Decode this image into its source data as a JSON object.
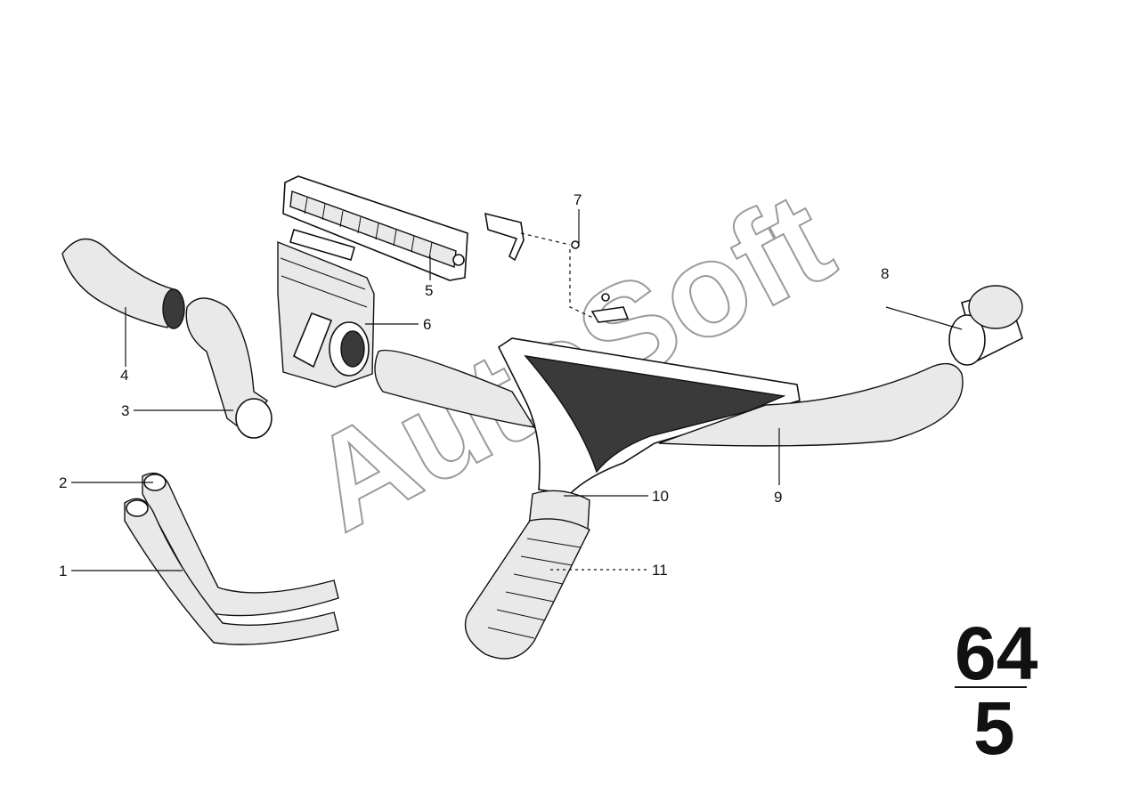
{
  "diagram": {
    "callouts": [
      {
        "id": "1",
        "label": "1"
      },
      {
        "id": "2",
        "label": "2"
      },
      {
        "id": "3",
        "label": "3"
      },
      {
        "id": "4",
        "label": "4"
      },
      {
        "id": "5",
        "label": "5"
      },
      {
        "id": "6",
        "label": "6"
      },
      {
        "id": "7",
        "label": "7"
      },
      {
        "id": "8",
        "label": "8"
      },
      {
        "id": "9",
        "label": "9"
      },
      {
        "id": "10",
        "label": "10"
      },
      {
        "id": "11",
        "label": "11"
      }
    ],
    "watermark": "AutoSoft",
    "group_code": {
      "main": "64",
      "sub": "5"
    },
    "colors": {
      "ink": "#111111",
      "watermark": "#9a9a9a",
      "background": "#ffffff"
    }
  }
}
